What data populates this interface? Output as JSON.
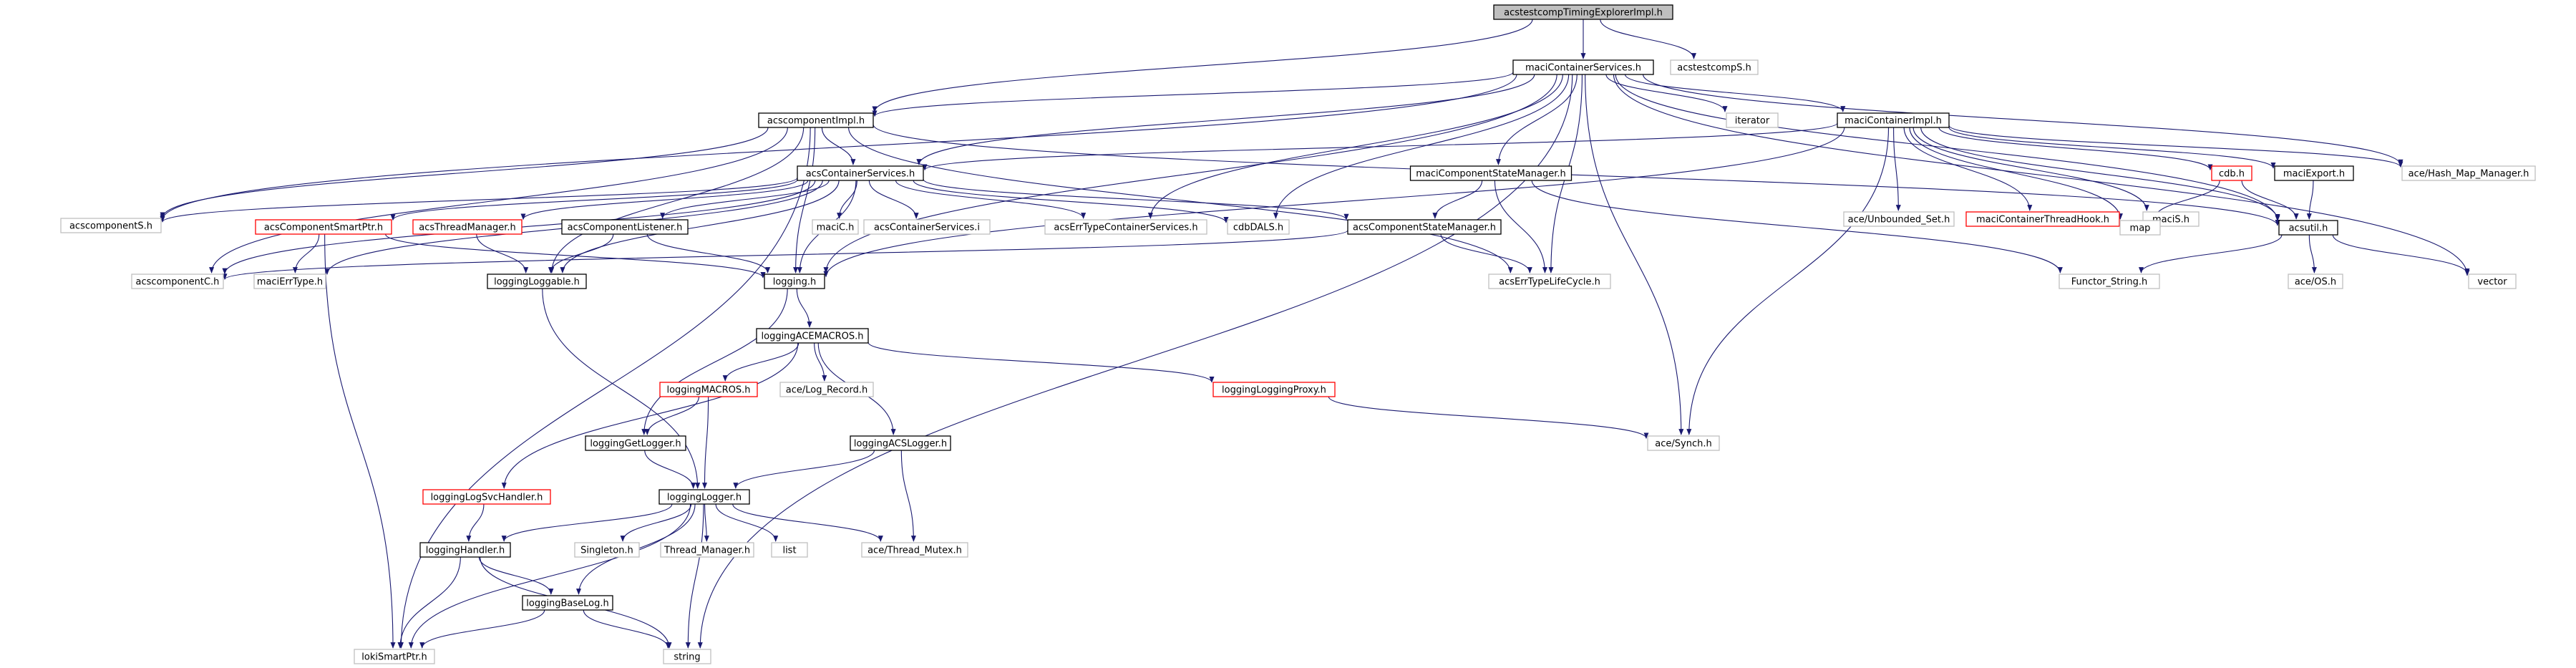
{
  "graph": {
    "title": "acstestcompTimingExplorerImpl.h",
    "nodes": [
      {
        "id": "root",
        "label": "acstestcompTimingExplorerImpl.h",
        "style": "root"
      },
      {
        "id": "maciContainerServices",
        "label": "maciContainerServices.h",
        "style": "doc"
      },
      {
        "id": "acstestcompS",
        "label": "acstestcompS.h",
        "style": "ext"
      },
      {
        "id": "acscomponentImpl",
        "label": "acscomponentImpl.h",
        "style": "doc"
      },
      {
        "id": "iterator",
        "label": "iterator",
        "style": "ext"
      },
      {
        "id": "maciContainerImpl",
        "label": "maciContainerImpl.h",
        "style": "doc"
      },
      {
        "id": "acsContainerServices",
        "label": "acsContainerServices.h",
        "style": "doc"
      },
      {
        "id": "maciComponentStateManager",
        "label": "maciComponentStateManager.h",
        "style": "doc"
      },
      {
        "id": "aceUnbounded",
        "label": "ace/Unbounded_Set.h",
        "style": "ext"
      },
      {
        "id": "maciContainerThreadHook",
        "label": "maciContainerThreadHook.h",
        "style": "trunc"
      },
      {
        "id": "maciS",
        "label": "maciS.h",
        "style": "ext"
      },
      {
        "id": "cdb",
        "label": "cdb.h",
        "style": "trunc"
      },
      {
        "id": "maciExport",
        "label": "maciExport.h",
        "style": "doc"
      },
      {
        "id": "aceHashMap",
        "label": "ace/Hash_Map_Manager.h",
        "style": "ext"
      },
      {
        "id": "acscomponentS",
        "label": "acscomponentS.h",
        "style": "ext"
      },
      {
        "id": "acsComponentSmartPtr",
        "label": "acsComponentSmartPtr.h",
        "style": "trunc"
      },
      {
        "id": "acsThreadManager",
        "label": "acsThreadManager.h",
        "style": "trunc"
      },
      {
        "id": "acsComponentListener",
        "label": "acsComponentListener.h",
        "style": "doc"
      },
      {
        "id": "maciC",
        "label": "maciC.h",
        "style": "ext"
      },
      {
        "id": "acsContainerServicesI",
        "label": "acsContainerServices.i",
        "style": "ext"
      },
      {
        "id": "acsErrTypeContainerServices",
        "label": "acsErrTypeContainerServices.h",
        "style": "ext"
      },
      {
        "id": "cdbDALS",
        "label": "cdbDALS.h",
        "style": "ext"
      },
      {
        "id": "acsComponentStateManager",
        "label": "acsComponentStateManager.h",
        "style": "doc"
      },
      {
        "id": "acsutil",
        "label": "acsutil.h",
        "style": "doc"
      },
      {
        "id": "map",
        "label": "map",
        "style": "ext"
      },
      {
        "id": "acscomponentC",
        "label": "acscomponentC.h",
        "style": "ext"
      },
      {
        "id": "maciErrType",
        "label": "maciErrType.h",
        "style": "ext"
      },
      {
        "id": "loggingLoggable",
        "label": "loggingLoggable.h",
        "style": "doc"
      },
      {
        "id": "logging",
        "label": "logging.h",
        "style": "doc"
      },
      {
        "id": "acsErrTypeLifeCycle",
        "label": "acsErrTypeLifeCycle.h",
        "style": "ext"
      },
      {
        "id": "FunctorString",
        "label": "Functor_String.h",
        "style": "ext"
      },
      {
        "id": "aceOS",
        "label": "ace/OS.h",
        "style": "ext"
      },
      {
        "id": "vector",
        "label": "vector",
        "style": "ext"
      },
      {
        "id": "loggingACEMACROS",
        "label": "loggingACEMACROS.h",
        "style": "doc"
      },
      {
        "id": "loggingMACROS",
        "label": "loggingMACROS.h",
        "style": "trunc"
      },
      {
        "id": "aceLogRecord",
        "label": "ace/Log_Record.h",
        "style": "ext"
      },
      {
        "id": "loggingLoggingProxy",
        "label": "loggingLoggingProxy.h",
        "style": "trunc"
      },
      {
        "id": "loggingGetLogger",
        "label": "loggingGetLogger.h",
        "style": "doc"
      },
      {
        "id": "loggingACSLogger",
        "label": "loggingACSLogger.h",
        "style": "doc"
      },
      {
        "id": "aceSynch",
        "label": "ace/Synch.h",
        "style": "ext"
      },
      {
        "id": "loggingLogSvcHandler",
        "label": "loggingLogSvcHandler.h",
        "style": "trunc"
      },
      {
        "id": "loggingLogger",
        "label": "loggingLogger.h",
        "style": "doc"
      },
      {
        "id": "loggingHandler",
        "label": "loggingHandler.h",
        "style": "doc"
      },
      {
        "id": "Singleton",
        "label": "Singleton.h",
        "style": "ext"
      },
      {
        "id": "ThreadManager",
        "label": "Thread_Manager.h",
        "style": "ext"
      },
      {
        "id": "list",
        "label": "list",
        "style": "ext"
      },
      {
        "id": "aceThreadMutex",
        "label": "ace/Thread_Mutex.h",
        "style": "ext"
      },
      {
        "id": "loggingBaseLog",
        "label": "loggingBaseLog.h",
        "style": "doc"
      },
      {
        "id": "lokiSmartPtr",
        "label": "lokiSmartPtr.h",
        "style": "ext"
      },
      {
        "id": "string",
        "label": "string",
        "style": "ext"
      }
    ],
    "edges": [
      [
        "root",
        "maciContainerServices"
      ],
      [
        "root",
        "acstestcompS"
      ],
      [
        "root",
        "acscomponentImpl"
      ],
      [
        "maciContainerServices",
        "acscomponentImpl"
      ],
      [
        "maciContainerServices",
        "iterator"
      ],
      [
        "maciContainerServices",
        "maciContainerImpl"
      ],
      [
        "maciContainerServices",
        "acsContainerServices"
      ],
      [
        "maciContainerServices",
        "maciComponentStateManager"
      ],
      [
        "maciContainerServices",
        "acscomponentS"
      ],
      [
        "maciContainerServices",
        "acsErrTypeContainerServices"
      ],
      [
        "maciContainerServices",
        "cdbDALS"
      ],
      [
        "maciContainerServices",
        "acsErrTypeLifeCycle"
      ],
      [
        "maciContainerServices",
        "aceHashMap"
      ],
      [
        "maciContainerServices",
        "acsutil"
      ],
      [
        "maciContainerServices",
        "vector"
      ],
      [
        "maciContainerServices",
        "aceSynch"
      ],
      [
        "maciContainerServices",
        "string"
      ],
      [
        "maciContainerServices",
        "logging"
      ],
      [
        "acscomponentImpl",
        "acsContainerServices"
      ],
      [
        "acscomponentImpl",
        "acscomponentS"
      ],
      [
        "acscomponentImpl",
        "acscomponentC"
      ],
      [
        "acscomponentImpl",
        "logging"
      ],
      [
        "acscomponentImpl",
        "loggingLoggable"
      ],
      [
        "acscomponentImpl",
        "acsErrTypeLifeCycle"
      ],
      [
        "acscomponentImpl",
        "acsutil"
      ],
      [
        "acscomponentImpl",
        "lokiSmartPtr"
      ],
      [
        "maciContainerImpl",
        "acsContainerServices"
      ],
      [
        "maciContainerImpl",
        "aceUnbounded"
      ],
      [
        "maciContainerImpl",
        "maciContainerThreadHook"
      ],
      [
        "maciContainerImpl",
        "maciS"
      ],
      [
        "maciContainerImpl",
        "cdb"
      ],
      [
        "maciContainerImpl",
        "maciExport"
      ],
      [
        "maciContainerImpl",
        "aceHashMap"
      ],
      [
        "maciContainerImpl",
        "map"
      ],
      [
        "maciContainerImpl",
        "acsutil"
      ],
      [
        "maciContainerImpl",
        "logging"
      ],
      [
        "maciContainerImpl",
        "aceSynch"
      ],
      [
        "acsContainerServices",
        "acscomponentS"
      ],
      [
        "acsContainerServices",
        "acsComponentSmartPtr"
      ],
      [
        "acsContainerServices",
        "acsThreadManager"
      ],
      [
        "acsContainerServices",
        "acsComponentListener"
      ],
      [
        "acsContainerServices",
        "maciC"
      ],
      [
        "acsContainerServices",
        "acsContainerServicesI"
      ],
      [
        "acsContainerServices",
        "acsErrTypeContainerServices"
      ],
      [
        "acsContainerServices",
        "cdbDALS"
      ],
      [
        "acsContainerServices",
        "acsComponentStateManager"
      ],
      [
        "acsContainerServices",
        "acscomponentC"
      ],
      [
        "acsContainerServices",
        "maciErrType"
      ],
      [
        "acsContainerServices",
        "loggingLoggable"
      ],
      [
        "acsContainerServices",
        "logging"
      ],
      [
        "maciComponentStateManager",
        "acsComponentStateManager"
      ],
      [
        "maciComponentStateManager",
        "acsErrTypeLifeCycle"
      ],
      [
        "maciComponentStateManager",
        "FunctorString"
      ],
      [
        "acsComponentStateManager",
        "acsErrTypeLifeCycle"
      ],
      [
        "acsComponentStateManager",
        "acscomponentC"
      ],
      [
        "cdb",
        "map"
      ],
      [
        "cdb",
        "acsutil"
      ],
      [
        "maciExport",
        "acsutil"
      ],
      [
        "acsutil",
        "FunctorString"
      ],
      [
        "acsutil",
        "aceOS"
      ],
      [
        "acsutil",
        "vector"
      ],
      [
        "acsComponentSmartPtr",
        "maciErrType"
      ],
      [
        "acsComponentSmartPtr",
        "logging"
      ],
      [
        "acsComponentSmartPtr",
        "lokiSmartPtr"
      ],
      [
        "acsThreadManager",
        "loggingLoggable"
      ],
      [
        "acsComponentListener",
        "loggingLoggable"
      ],
      [
        "acsComponentListener",
        "logging"
      ],
      [
        "loggingLoggable",
        "loggingLogger"
      ],
      [
        "logging",
        "loggingACEMACROS"
      ],
      [
        "logging",
        "loggingGetLogger"
      ],
      [
        "loggingACEMACROS",
        "loggingMACROS"
      ],
      [
        "loggingACEMACROS",
        "aceLogRecord"
      ],
      [
        "loggingACEMACROS",
        "loggingLoggingProxy"
      ],
      [
        "loggingACEMACROS",
        "loggingACSLogger"
      ],
      [
        "loggingACEMACROS",
        "loggingLogSvcHandler"
      ],
      [
        "loggingMACROS",
        "loggingGetLogger"
      ],
      [
        "loggingMACROS",
        "loggingLogger"
      ],
      [
        "loggingLoggingProxy",
        "aceSynch"
      ],
      [
        "loggingGetLogger",
        "loggingLogger"
      ],
      [
        "loggingACSLogger",
        "loggingLogger"
      ],
      [
        "loggingACSLogger",
        "aceThreadMutex"
      ],
      [
        "loggingLogSvcHandler",
        "loggingHandler"
      ],
      [
        "loggingLogger",
        "loggingHandler"
      ],
      [
        "loggingLogger",
        "Singleton"
      ],
      [
        "loggingLogger",
        "ThreadManager"
      ],
      [
        "loggingLogger",
        "list"
      ],
      [
        "loggingLogger",
        "aceThreadMutex"
      ],
      [
        "loggingLogger",
        "loggingBaseLog"
      ],
      [
        "loggingLogger",
        "lokiSmartPtr"
      ],
      [
        "loggingLogger",
        "string"
      ],
      [
        "loggingHandler",
        "loggingBaseLog"
      ],
      [
        "loggingHandler",
        "lokiSmartPtr"
      ],
      [
        "loggingHandler",
        "string"
      ],
      [
        "loggingBaseLog",
        "lokiSmartPtr"
      ],
      [
        "loggingBaseLog",
        "string"
      ]
    ]
  },
  "colors": {
    "edge": "#191970",
    "root_fill": "#bfbfbf",
    "doc_border": "#000000",
    "ext_border": "#bfbfbf",
    "trunc_border": "#ff0000"
  }
}
